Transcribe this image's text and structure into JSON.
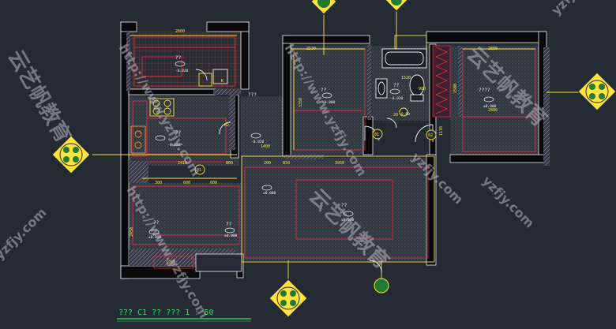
{
  "colors": {
    "background": "#252b33",
    "wall": "#0b0b0b",
    "wall_outline": "#e8e8f0",
    "red_line": "#e0283c",
    "yellow_line": "#ffe23a",
    "green_text": "#30e070",
    "dim_text": "#f0e14a",
    "watermark": "#b8b8c4",
    "floor_dots": "#5a6068"
  },
  "dims": {
    "kitchen_top": "2600",
    "living_top_left": "2530",
    "bath_top": "1520",
    "bath_small": "980",
    "bedroom_right_top": "2880",
    "bedroom_right_bottom": "2880",
    "bedroom_left_vert": "3350",
    "bath_vert": "1500",
    "hall_a": "1400",
    "hall_b": "200",
    "hall_c": "2410",
    "hall_d": "850",
    "living_top": "3950",
    "living_left_vert": "2450",
    "bottom_a": "1200",
    "row_600_a": "600",
    "row_600_b": "600",
    "row_800": "800",
    "row_300": "300",
    "row_1170": "1170",
    "d20": "20"
  },
  "room_labels": {
    "kitchen": "??",
    "dining": "??",
    "hall": "???",
    "bedroom_left": "??",
    "bedroom_right": "????",
    "bath": "??",
    "living": "??",
    "balcony": "??",
    "entrance": "??"
  },
  "levels": {
    "kitchen": "-0.020",
    "dining": "-0.020",
    "corridor": "-0.020",
    "bedroom_left": "±0.000",
    "bath": "-0.020",
    "living_left": "±0.000",
    "living_center": "±0.000",
    "balcony": "±0.000",
    "bath_level": "0.00"
  },
  "symbols": {
    "door_1": "01",
    "door_2": "02",
    "door_3": "01",
    "d_mark": "D1",
    "fridge": "B2",
    "note_k": "K"
  },
  "watermark": {
    "url": "http://www.yzfjy.com",
    "brand": "云艺帆教育",
    "url_short": "yzfjy.com"
  },
  "title": {
    "text": "???  C1  ??  ???      1 : 50"
  }
}
